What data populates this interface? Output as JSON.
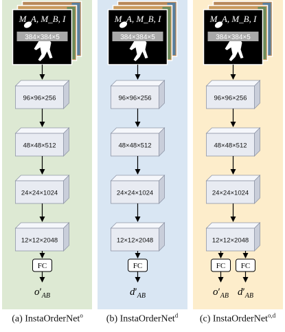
{
  "inputs": {
    "channels_label": "M_A, M_B, I",
    "size_label": "384×384×5"
  },
  "layers": [
    "96×96×256",
    "48×48×512",
    "24×24×1024",
    "12×12×2048"
  ],
  "fc_label": "FC",
  "panels": [
    {
      "id": "a",
      "background": "#dde9d3",
      "caption_prefix": "(a) InstaOrderNet",
      "caption_sup": "o",
      "outputs": [
        {
          "symbol": "o",
          "sub": "AB"
        }
      ]
    },
    {
      "id": "b",
      "background": "#d9e6f3",
      "caption_prefix": "(b) InstaOrderNet",
      "caption_sup": "d",
      "outputs": [
        {
          "symbol": "d",
          "sub": "AB"
        }
      ]
    },
    {
      "id": "c",
      "background": "#fdedcb",
      "caption_prefix": "(c) InstaOrderNet",
      "caption_sup": "o,d",
      "outputs": [
        {
          "symbol": "o",
          "sub": "AB"
        },
        {
          "symbol": "d",
          "sub": "AB"
        }
      ]
    }
  ],
  "colors": {
    "cube_front": "#e8ebf2",
    "cube_top": "#f5f7fb",
    "cube_side": "#c9ceda",
    "cube_edge": "#8e95a6",
    "input_black": "#000000",
    "size_bar": "#a9a9a9"
  }
}
